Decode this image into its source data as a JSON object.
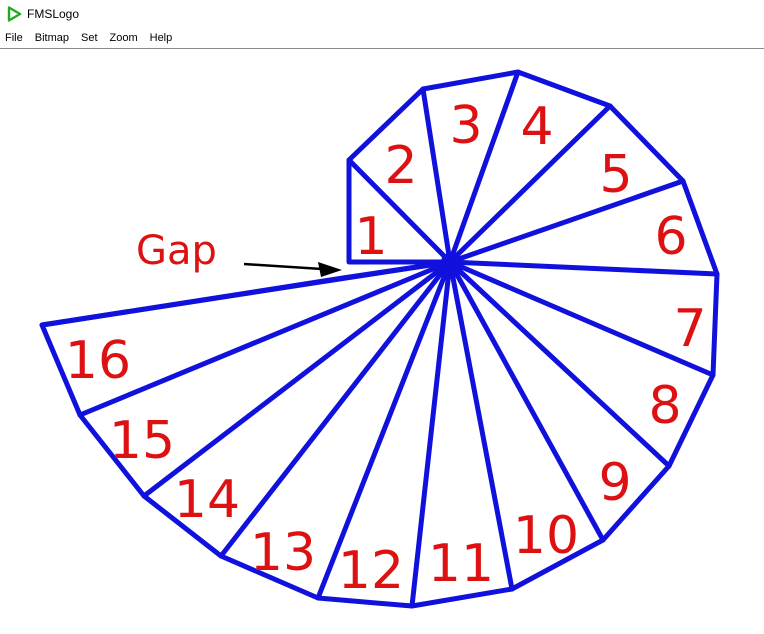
{
  "window": {
    "title": "FMSLogo",
    "app_icon": "play-triangle-icon",
    "accent": "#22aa22"
  },
  "menu": {
    "items": [
      {
        "id": "file",
        "label": "File"
      },
      {
        "id": "bitmap",
        "label": "Bitmap"
      },
      {
        "id": "set",
        "label": "Set"
      },
      {
        "id": "zoom",
        "label": "Zoom"
      },
      {
        "id": "help",
        "label": "Help"
      }
    ]
  },
  "canvas": {
    "pen_color": "#1111dd",
    "label_color": "#dd1111",
    "gap_label": "Gap",
    "triangle_labels": [
      "1",
      "2",
      "3",
      "4",
      "5",
      "6",
      "7",
      "8",
      "9",
      "10",
      "11",
      "12",
      "13",
      "14",
      "15",
      "16"
    ]
  }
}
